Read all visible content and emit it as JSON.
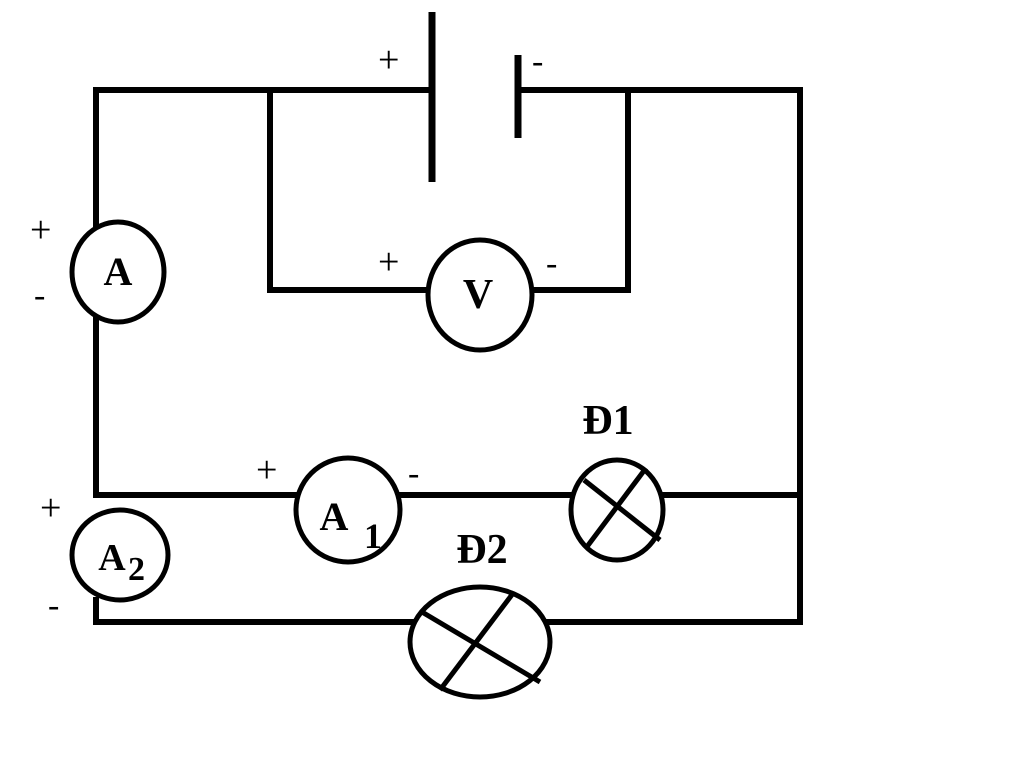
{
  "components": {
    "battery": {
      "plus": "+",
      "minus": "-"
    },
    "ammeter_main": {
      "label": "A",
      "plus": "+",
      "minus": "-"
    },
    "voltmeter": {
      "label": "V",
      "plus": "+",
      "minus": "-"
    },
    "ammeter_1": {
      "label": "A",
      "subscript": "1",
      "plus": "+",
      "minus": "-"
    },
    "ammeter_2": {
      "label": "A",
      "subscript": "2",
      "plus": "+",
      "minus": "-"
    },
    "lamp_1": {
      "label": "Đ1"
    },
    "lamp_2": {
      "label": "Đ2"
    }
  }
}
